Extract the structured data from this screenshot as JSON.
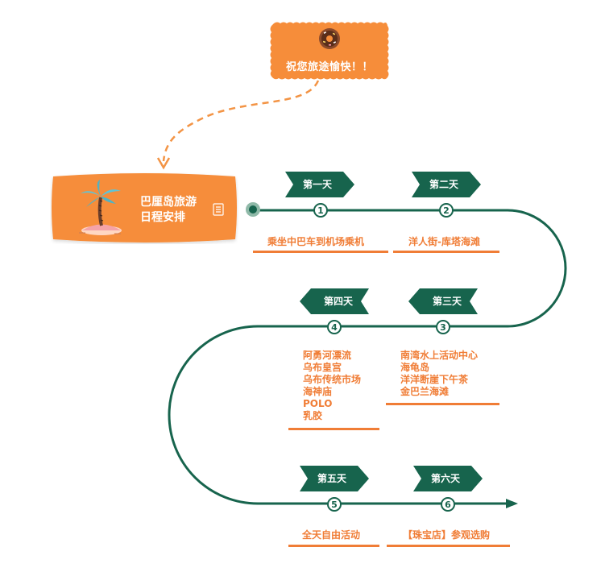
{
  "greeting": {
    "text": "祝您旅途愉快！！",
    "icon": "donut-icon"
  },
  "title": {
    "line1": "巴厘岛旅游",
    "line2": "日程安排",
    "icon": "palm-island-icon",
    "note_icon": "note-icon"
  },
  "days": [
    {
      "label": "第一天",
      "number": "1",
      "activities": [
        "乘坐中巴车到机场乘机"
      ]
    },
    {
      "label": "第二天",
      "number": "2",
      "activities": [
        "洋人街-库塔海滩"
      ]
    },
    {
      "label": "第三天",
      "number": "3",
      "activities": [
        "南湾水上活动中心",
        "海龟岛",
        "洋洋断崖下午茶",
        "金巴兰海滩"
      ]
    },
    {
      "label": "第四天",
      "number": "4",
      "activities": [
        "阿勇河漂流",
        "乌布皇宫",
        "乌布传统市场",
        "海神庙",
        "POLO",
        "乳胶"
      ]
    },
    {
      "label": "第五天",
      "number": "5",
      "activities": [
        "全天自由活动"
      ]
    },
    {
      "label": "第六天",
      "number": "6",
      "activities": [
        "【珠宝店】参观选购"
      ]
    }
  ],
  "colors": {
    "green": "#17644d",
    "orange": "#f07d36",
    "card": "#f68d3a"
  }
}
